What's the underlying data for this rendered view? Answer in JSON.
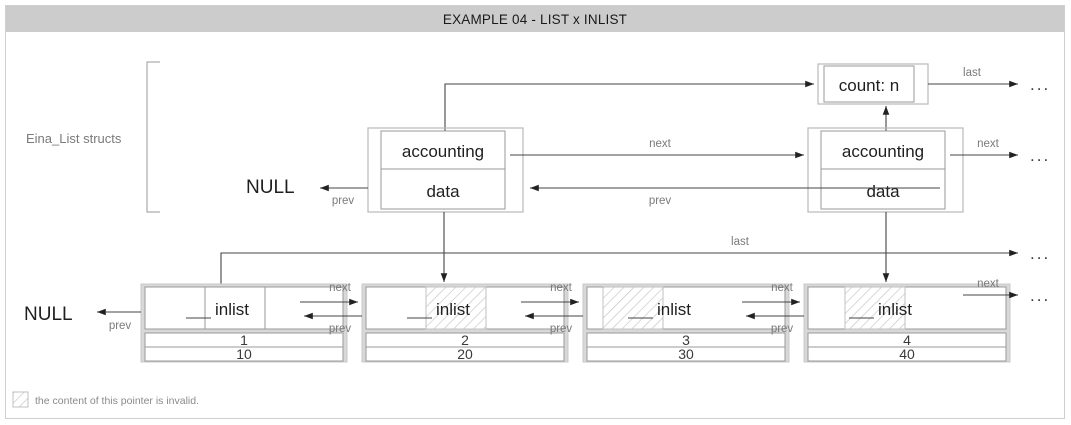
{
  "title": "EXAMPLE 04 - LIST x INLIST",
  "colors": {
    "titlebar_bg": "#cccccc",
    "frame_border": "#cfcfcf",
    "line": "#444444",
    "label_small": "#7a7a7a",
    "box_outer": "#b9b9b9",
    "node_shadow": "#d8d8d8",
    "hatch": "#c8c8c8",
    "page_bg": "#ffffff"
  },
  "annotations": {
    "struct_group_label": "Eina_List structs",
    "null_top": "NULL",
    "null_bottom": "NULL",
    "ellipsis": "...",
    "count_label": "count: n"
  },
  "edge_labels": {
    "last_top": "last",
    "last_mid": "last",
    "next_top": "next",
    "next_right_top": "next",
    "prev_top_left": "prev",
    "prev_top_mid": "prev",
    "next_n1": "next",
    "next_n2": "next",
    "next_n3": "next",
    "next_n4": "next",
    "prev_n0": "prev",
    "prev_n1": "prev",
    "prev_n2": "prev",
    "prev_n3": "prev"
  },
  "eina_list_structs": [
    {
      "id": "list-node-left",
      "accounting": "accounting",
      "data": "data"
    },
    {
      "id": "list-node-right",
      "accounting": "accounting",
      "data": "data"
    }
  ],
  "accounting_box": {
    "label": "count: n"
  },
  "inlist_nodes": [
    {
      "id": "inlist-node-1",
      "pointer_label": "inlist",
      "invalid": false,
      "fields": [
        "1",
        "10"
      ]
    },
    {
      "id": "inlist-node-2",
      "pointer_label": "inlist",
      "invalid": true,
      "fields": [
        "2",
        "20"
      ]
    },
    {
      "id": "inlist-node-3",
      "pointer_label": "inlist",
      "invalid": true,
      "fields": [
        "3",
        "30"
      ]
    },
    {
      "id": "inlist-node-4",
      "pointer_label": "inlist",
      "invalid": true,
      "fields": [
        "4",
        "40"
      ]
    }
  ],
  "legend": {
    "text": "the content of this pointer is invalid."
  }
}
